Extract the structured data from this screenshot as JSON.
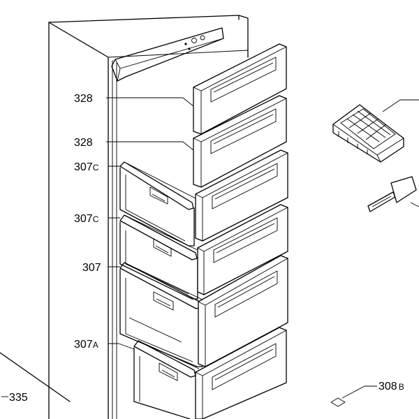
{
  "callouts": {
    "front_top": "328",
    "front_second": "328",
    "drawer_top_num": "307",
    "drawer_top_suffix": "C",
    "drawer_second_num": "307",
    "drawer_second_suffix": "C",
    "drawer_large": "307",
    "drawer_bottom_num": "307",
    "drawer_bottom_suffix": "A",
    "ice_scoop_num": "308",
    "ice_scoop_suffix": "B",
    "cabinet": "335"
  }
}
